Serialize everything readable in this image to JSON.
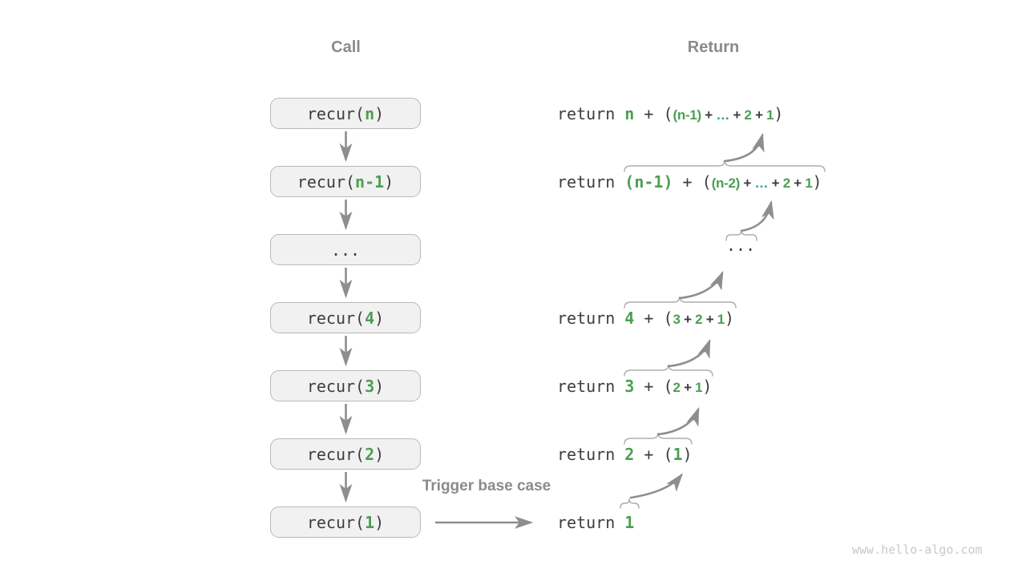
{
  "headers": {
    "call": "Call",
    "return": "Return"
  },
  "trigger_label": "Trigger base case",
  "watermark": "www.hello-algo.com",
  "colors": {
    "green": "#4c9e52",
    "teal": "#1f9f9f",
    "dark": "#3d3d3d",
    "label_gray": "#8b8b8b",
    "arrow_gray": "#8e8e8e",
    "brace_gray": "#adadad",
    "box_fill": "#f1f1f1",
    "box_border": "#b9b9b9"
  },
  "icons": [
    "down-arrow-icon",
    "right-arrow-icon",
    "curved-return-arrow-icon",
    "overbrace-icon"
  ],
  "call_boxes": [
    {
      "segments": [
        {
          "t": "recur(",
          "c": "dark",
          "f": "mono"
        },
        {
          "t": "n",
          "c": "green",
          "f": "mono"
        },
        {
          "t": ")",
          "c": "dark",
          "f": "mono"
        }
      ]
    },
    {
      "segments": [
        {
          "t": "recur(",
          "c": "dark",
          "f": "mono"
        },
        {
          "t": "n-1",
          "c": "green",
          "f": "mono"
        },
        {
          "t": ")",
          "c": "dark",
          "f": "mono"
        }
      ]
    },
    {
      "segments": [
        {
          "t": "...",
          "c": "dark",
          "f": "mono"
        }
      ]
    },
    {
      "segments": [
        {
          "t": "recur(",
          "c": "dark",
          "f": "mono"
        },
        {
          "t": "4",
          "c": "green",
          "f": "mono"
        },
        {
          "t": ")",
          "c": "dark",
          "f": "mono"
        }
      ]
    },
    {
      "segments": [
        {
          "t": "recur(",
          "c": "dark",
          "f": "mono"
        },
        {
          "t": "3",
          "c": "green",
          "f": "mono"
        },
        {
          "t": ")",
          "c": "dark",
          "f": "mono"
        }
      ]
    },
    {
      "segments": [
        {
          "t": "recur(",
          "c": "dark",
          "f": "mono"
        },
        {
          "t": "2",
          "c": "green",
          "f": "mono"
        },
        {
          "t": ")",
          "c": "dark",
          "f": "mono"
        }
      ]
    },
    {
      "segments": [
        {
          "t": "recur(",
          "c": "dark",
          "f": "mono"
        },
        {
          "t": "1",
          "c": "green",
          "f": "mono"
        },
        {
          "t": ")",
          "c": "dark",
          "f": "mono"
        }
      ]
    }
  ],
  "return_lines": [
    {
      "segments": [
        {
          "t": "return ",
          "c": "dark",
          "f": "mono"
        },
        {
          "t": "n",
          "c": "green",
          "f": "mono"
        },
        {
          "t": " + (",
          "c": "dark",
          "f": "mono"
        },
        {
          "t": "(n-1)",
          "c": "green",
          "f": "sans"
        },
        {
          "t": " + ",
          "c": "dark",
          "f": "sans"
        },
        {
          "t": "…",
          "c": "teal",
          "f": "sans"
        },
        {
          "t": " + ",
          "c": "dark",
          "f": "sans"
        },
        {
          "t": "2",
          "c": "green",
          "f": "sans"
        },
        {
          "t": " + ",
          "c": "dark",
          "f": "sans"
        },
        {
          "t": "1",
          "c": "green",
          "f": "sans"
        },
        {
          "t": ")",
          "c": "dark",
          "f": "mono"
        }
      ]
    },
    {
      "segments": [
        {
          "t": "return ",
          "c": "dark",
          "f": "mono"
        },
        {
          "t": "(n-1)",
          "c": "green",
          "f": "mono"
        },
        {
          "t": " + (",
          "c": "dark",
          "f": "mono"
        },
        {
          "t": "(n-2)",
          "c": "green",
          "f": "sans"
        },
        {
          "t": " + ",
          "c": "dark",
          "f": "sans"
        },
        {
          "t": "…",
          "c": "teal",
          "f": "sans"
        },
        {
          "t": " + ",
          "c": "dark",
          "f": "sans"
        },
        {
          "t": "2",
          "c": "green",
          "f": "sans"
        },
        {
          "t": " + ",
          "c": "dark",
          "f": "sans"
        },
        {
          "t": "1",
          "c": "green",
          "f": "sans"
        },
        {
          "t": ")",
          "c": "dark",
          "f": "mono"
        }
      ]
    },
    {
      "segments": [
        {
          "t": "...",
          "c": "dark",
          "f": "mono"
        }
      ]
    },
    {
      "segments": [
        {
          "t": "return ",
          "c": "dark",
          "f": "mono"
        },
        {
          "t": "4",
          "c": "green",
          "f": "mono"
        },
        {
          "t": " + (",
          "c": "dark",
          "f": "mono"
        },
        {
          "t": "3",
          "c": "green",
          "f": "sans"
        },
        {
          "t": " + ",
          "c": "dark",
          "f": "sans"
        },
        {
          "t": "2",
          "c": "green",
          "f": "sans"
        },
        {
          "t": " + ",
          "c": "dark",
          "f": "sans"
        },
        {
          "t": "1",
          "c": "green",
          "f": "sans"
        },
        {
          "t": ")",
          "c": "dark",
          "f": "mono"
        }
      ]
    },
    {
      "segments": [
        {
          "t": "return ",
          "c": "dark",
          "f": "mono"
        },
        {
          "t": "3",
          "c": "green",
          "f": "mono"
        },
        {
          "t": " + (",
          "c": "dark",
          "f": "mono"
        },
        {
          "t": "2",
          "c": "green",
          "f": "sans"
        },
        {
          "t": " + ",
          "c": "dark",
          "f": "sans"
        },
        {
          "t": "1",
          "c": "green",
          "f": "sans"
        },
        {
          "t": ")",
          "c": "dark",
          "f": "mono"
        }
      ]
    },
    {
      "segments": [
        {
          "t": "return ",
          "c": "dark",
          "f": "mono"
        },
        {
          "t": "2",
          "c": "green",
          "f": "mono"
        },
        {
          "t": " + (",
          "c": "dark",
          "f": "mono"
        },
        {
          "t": "1",
          "c": "green",
          "f": "mono"
        },
        {
          "t": ")",
          "c": "dark",
          "f": "mono"
        }
      ]
    },
    {
      "segments": [
        {
          "t": "return ",
          "c": "dark",
          "f": "mono"
        },
        {
          "t": "1",
          "c": "green",
          "f": "mono"
        }
      ]
    }
  ]
}
